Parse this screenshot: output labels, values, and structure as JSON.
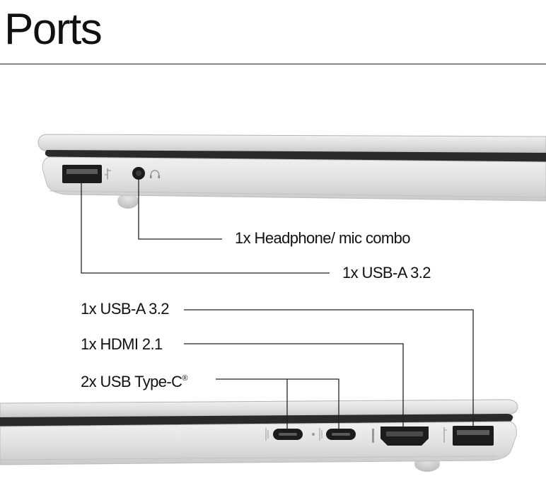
{
  "page": {
    "title": "Ports"
  },
  "left_side": {
    "ports": [
      {
        "name": "headphone-mic",
        "label": "1x Headphone/ mic combo"
      },
      {
        "name": "usb-a",
        "label": "1x USB-A 3.2"
      }
    ]
  },
  "right_side": {
    "ports": [
      {
        "name": "usb-a",
        "label": "1x USB-A 3.2"
      },
      {
        "name": "hdmi",
        "label": "1x HDMI 2.1"
      },
      {
        "name": "usb-c",
        "label": "2x USB Type-C",
        "mark": "®"
      }
    ]
  },
  "icons": [
    "usb-icon",
    "headphone-icon",
    "usb-c-icon",
    "hdmi-icon"
  ],
  "colors": {
    "text": "#111111",
    "line": "#222222",
    "chassis": "#d9d9d9",
    "port": "#1c1c1c"
  }
}
